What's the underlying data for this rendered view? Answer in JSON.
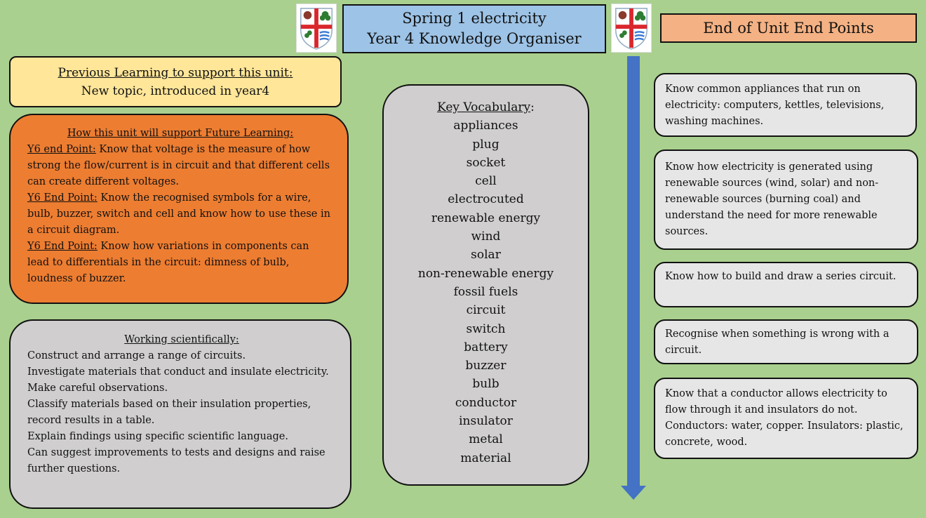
{
  "header": {
    "title_line1": "Spring 1 electricity",
    "title_line2": "Year 4 Knowledge Organiser",
    "end_points_title": "End of Unit End Points",
    "crest_icon": "school-crest"
  },
  "previous_learning": {
    "heading": "Previous Learning to support this unit:",
    "text": "New topic, introduced in year4"
  },
  "future_learning": {
    "heading": "How this unit will support Future Learning:",
    "items": [
      {
        "label": "Y6 end Point:",
        "text": " Know that voltage is the measure of how strong the flow/current is in circuit and that different cells can create different voltages."
      },
      {
        "label": "Y6 End Point:",
        "text": "  Know the recognised symbols for a wire, bulb, buzzer, switch and cell and know how to use these in a circuit diagram."
      },
      {
        "label": "Y6 End Point:",
        "text": " Know how variations in components can lead to differentials in the circuit: dimness of bulb, loudness of buzzer."
      }
    ]
  },
  "working_scientifically": {
    "heading": "Working scientifically:",
    "lines": [
      "Construct and arrange a range of circuits.",
      "Investigate materials that conduct and insulate electricity.",
      "Make careful observations.",
      "Classify materials based on their insulation properties, record results in a table.",
      "Explain findings using specific scientific language.",
      "Can suggest improvements to tests and designs and raise further questions."
    ]
  },
  "vocabulary": {
    "heading": "Key Vocabulary",
    "heading_suffix": ":",
    "words": [
      "appliances",
      "plug",
      "socket",
      "cell",
      "electrocuted",
      "renewable energy",
      "wind",
      "solar",
      "non-renewable energy",
      "fossil fuels",
      "circuit",
      "switch",
      "battery",
      "buzzer",
      "bulb",
      "conductor",
      "insulator",
      "metal",
      "material"
    ]
  },
  "end_points": [
    "Know common appliances that run on electricity: computers, kettles, televisions, washing machines.",
    "Know how electricity is generated using renewable sources (wind, solar) and non-renewable sources (burning coal) and understand the need for more renewable sources.",
    "Know how to build and draw a series circuit.",
    "Recognise when something is wrong with a circuit.",
    "Know that a conductor allows electricity to flow through it and insulators do not. Conductors: water, copper. Insulators: plastic, concrete, wood."
  ],
  "colors": {
    "background": "#a9d08e",
    "title": "#9dc3e6",
    "end_header": "#f4b183",
    "previous": "#ffe699",
    "future": "#ed7d31",
    "grey_box": "#d0cece",
    "end_point_box": "#e7e6e6",
    "arrow": "#4472c4"
  }
}
